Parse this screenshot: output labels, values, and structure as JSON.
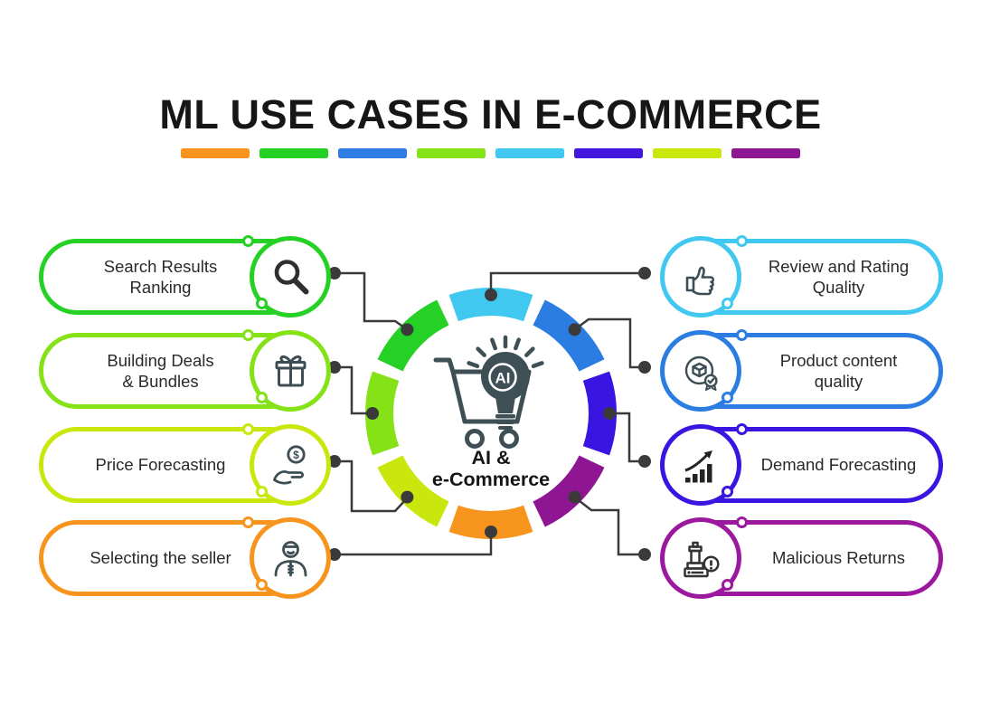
{
  "title": "ML USE CASES IN E-COMMERCE",
  "title_underline": {
    "colors": [
      "#f7941d",
      "#25d125",
      "#2f7de2",
      "#84e216",
      "#41c8f1",
      "#4316dd",
      "#c9e70d",
      "#8e1693"
    ]
  },
  "connector": {
    "color": "#3a3a3a"
  },
  "center": {
    "label": "AI &\ne-Commerce",
    "icon": "ai-lightbulb-shopping-cart-icon",
    "segments": [
      {
        "name": "top",
        "color": "#41c8f1"
      },
      {
        "name": "top-right",
        "color": "#2b7de2"
      },
      {
        "name": "right",
        "color": "#3a14e0"
      },
      {
        "name": "bottom-right",
        "color": "#8e1693"
      },
      {
        "name": "bottom",
        "color": "#f7941d"
      },
      {
        "name": "bottom-left",
        "color": "#c9e70d"
      },
      {
        "name": "left",
        "color": "#84e216"
      },
      {
        "name": "top-left",
        "color": "#25d125"
      }
    ]
  },
  "items": [
    {
      "label": "Search Results\nRanking",
      "color": "#25d125",
      "side": "left",
      "icon": "search-icon"
    },
    {
      "label": "Building Deals\n& Bundles",
      "color": "#84e216",
      "side": "left",
      "icon": "gift-icon"
    },
    {
      "label": "Price Forecasting",
      "color": "#c9e70d",
      "side": "left",
      "icon": "hand-coin-icon"
    },
    {
      "label": "Selecting the seller",
      "color": "#f7941d",
      "side": "left",
      "icon": "seller-person-icon"
    },
    {
      "label": "Review and Rating\nQuality",
      "color": "#41c8f1",
      "side": "right",
      "icon": "thumbs-up-icon"
    },
    {
      "label": "Product content\nquality",
      "color": "#2b7de2",
      "side": "right",
      "icon": "product-box-badge-icon"
    },
    {
      "label": "Demand Forecasting",
      "color": "#3a14e0",
      "side": "right",
      "icon": "growth-chart-icon"
    },
    {
      "label": "Malicious Returns",
      "color": "#9c189f",
      "side": "right",
      "icon": "returns-warning-icon"
    }
  ]
}
